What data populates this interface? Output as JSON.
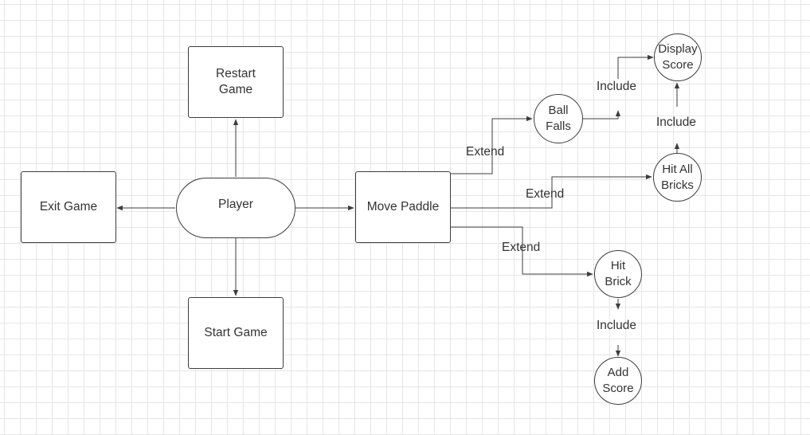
{
  "diagram": {
    "nodes": {
      "restart": [
        "Restart",
        "Game"
      ],
      "exit": "Exit Game",
      "player": "Player",
      "move_paddle": "Move Paddle",
      "start": "Start Game",
      "ball_falls": [
        "Ball",
        "Falls"
      ],
      "display_score": [
        "Display",
        "Score"
      ],
      "hit_all_bricks": [
        "Hit All",
        "Bricks"
      ],
      "hit_brick": [
        "Hit",
        "Brick"
      ],
      "add_score": [
        "Add",
        "Score"
      ]
    },
    "edge_labels": {
      "extend_ball_falls": "Extend",
      "extend_hit_all": "Extend",
      "extend_hit_brick": "Extend",
      "include_ball_display": "Include",
      "include_hitall_display": "Include",
      "include_hitbrick_add": "Include"
    }
  },
  "colors": {
    "line": "#3d3d3d",
    "grid": "#e6e6e6",
    "text": "#333333"
  }
}
